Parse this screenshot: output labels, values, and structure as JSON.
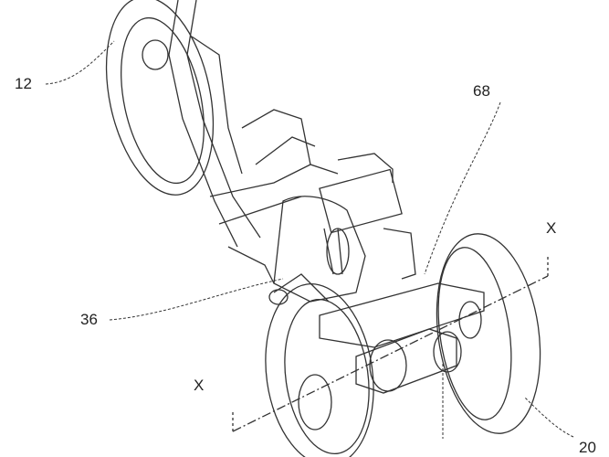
{
  "figure": {
    "labels": {
      "front_wheel": "12",
      "control_unit": "68",
      "axis_top": "X",
      "shock_absorber": "36",
      "axis_bottom": "X",
      "rear_wheel": "20"
    },
    "line_color": "#333333"
  }
}
